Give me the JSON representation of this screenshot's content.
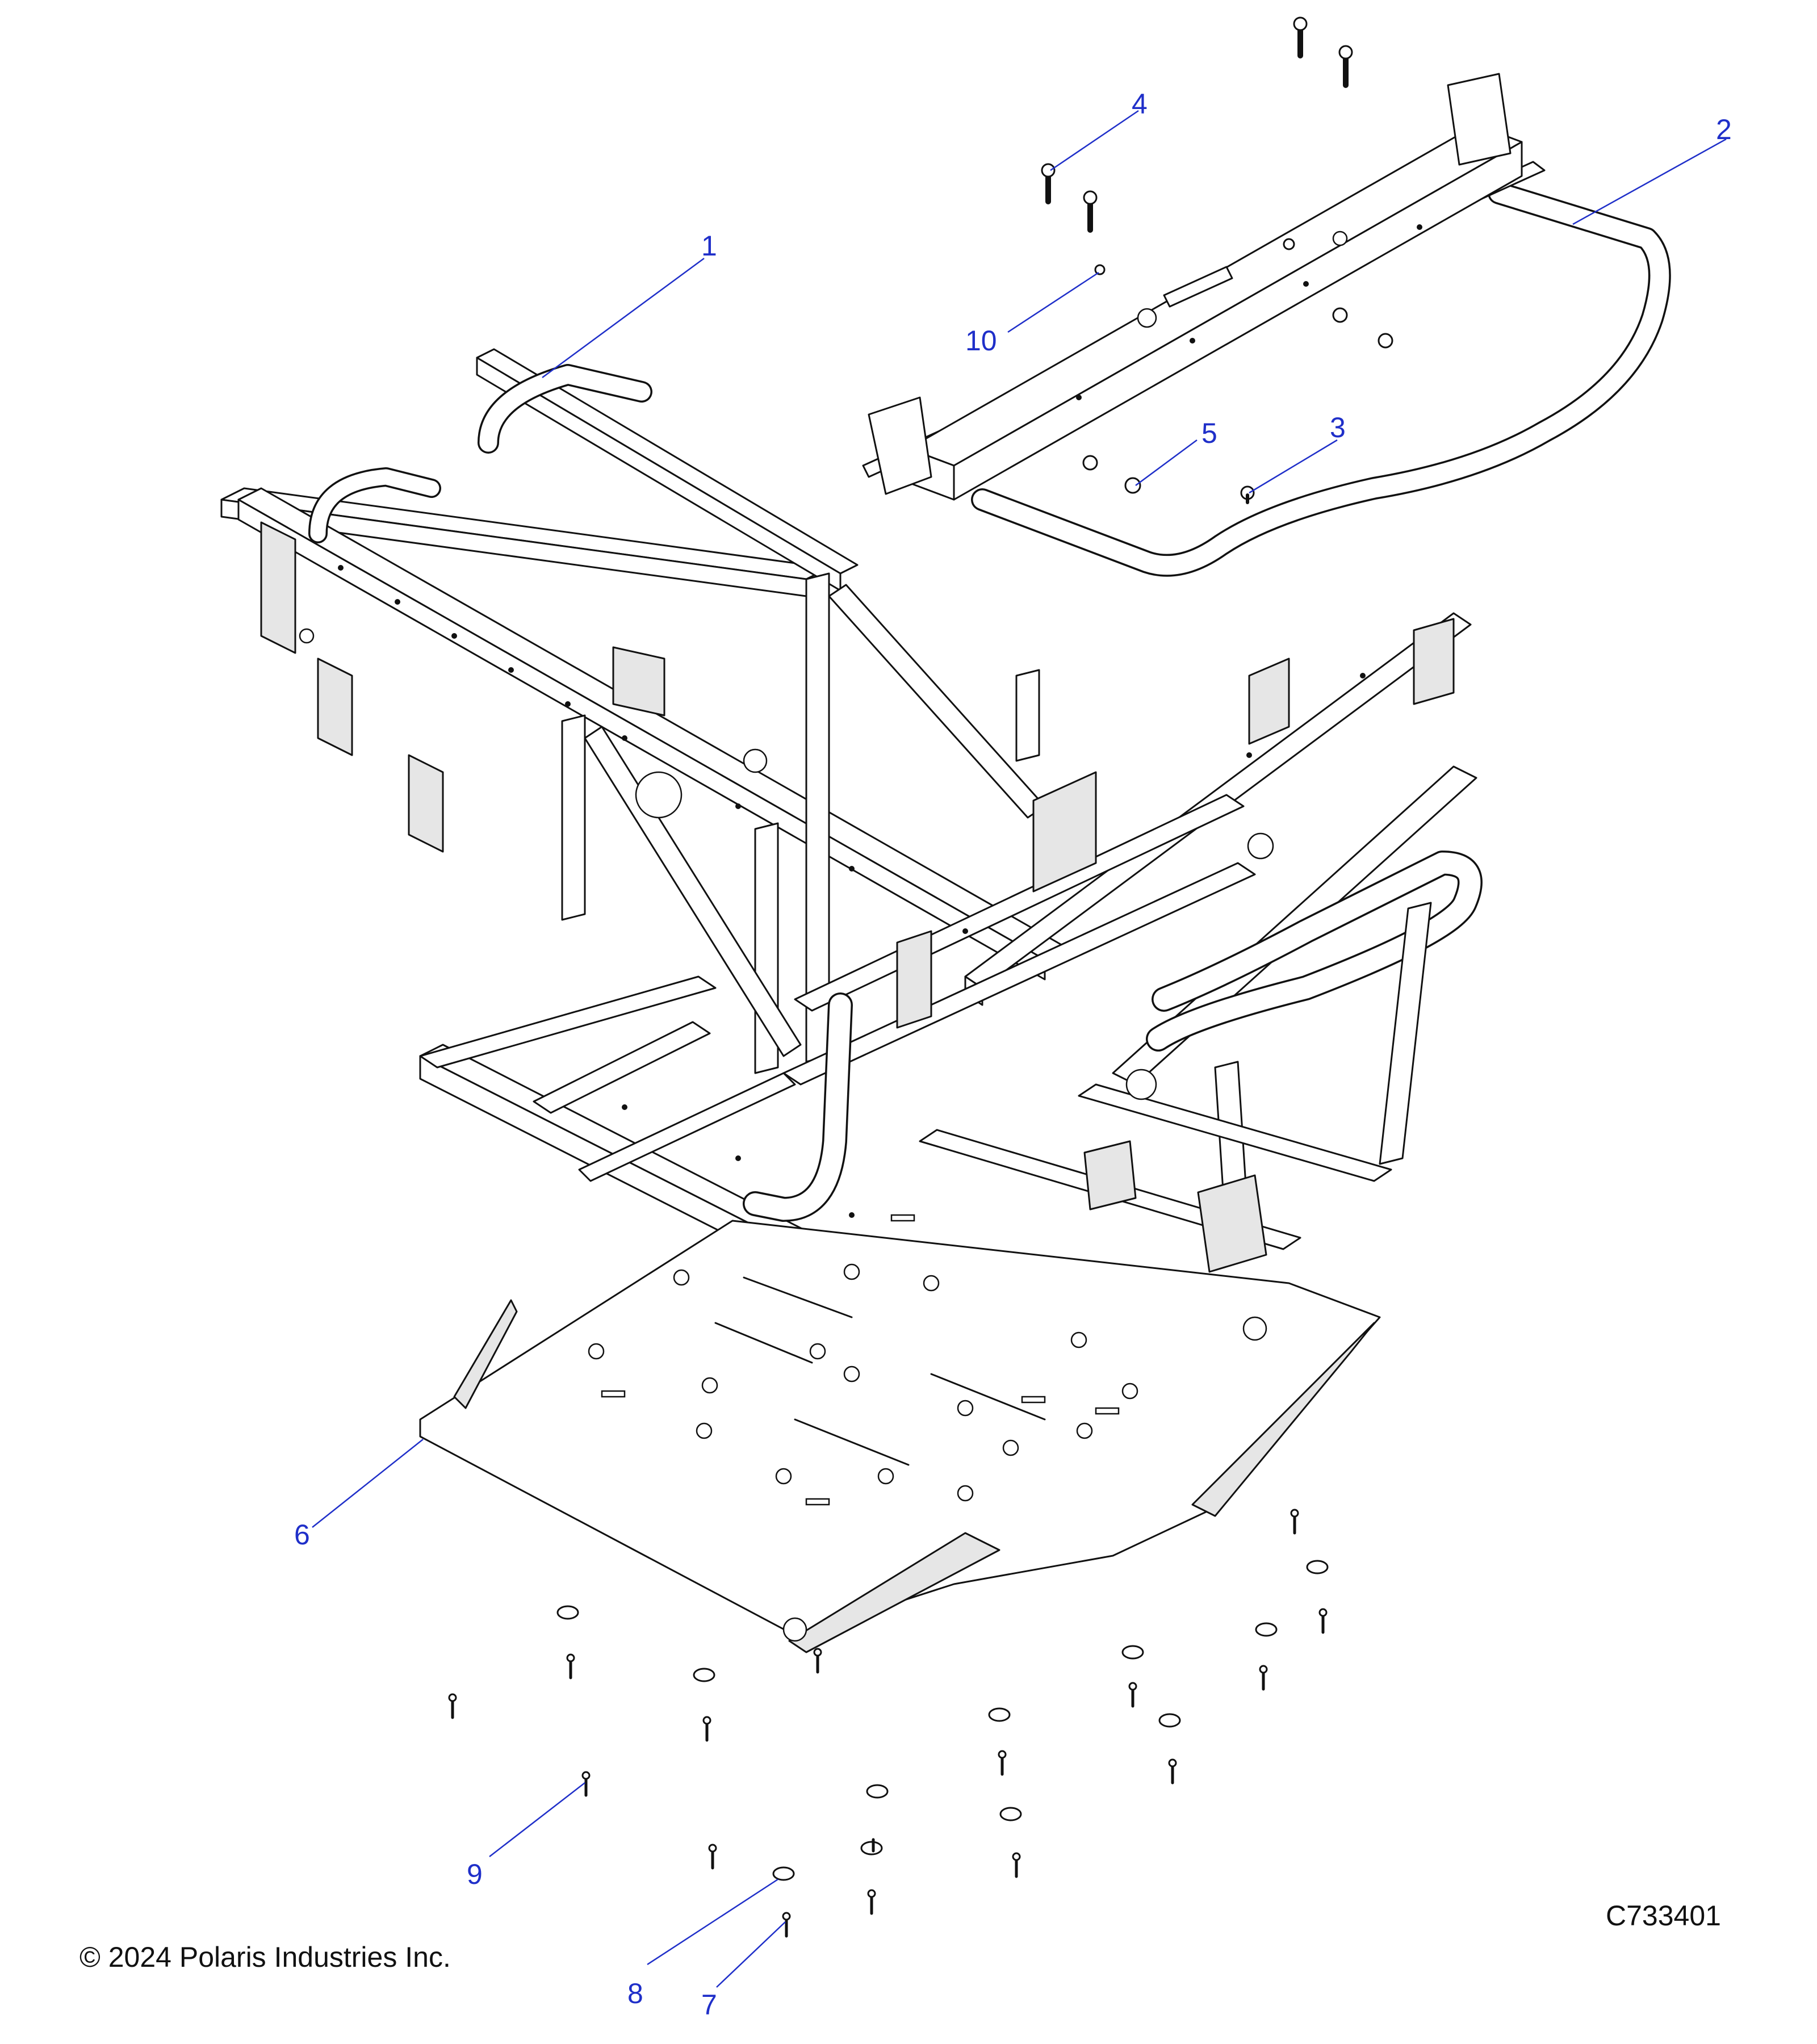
{
  "diagram": {
    "callouts": [
      {
        "id": "1",
        "label": "1"
      },
      {
        "id": "2",
        "label": "2"
      },
      {
        "id": "3",
        "label": "3"
      },
      {
        "id": "4",
        "label": "4"
      },
      {
        "id": "5",
        "label": "5"
      },
      {
        "id": "6",
        "label": "6"
      },
      {
        "id": "7",
        "label": "7"
      },
      {
        "id": "8",
        "label": "8"
      },
      {
        "id": "9",
        "label": "9"
      },
      {
        "id": "10",
        "label": "10"
      }
    ]
  },
  "footer": {
    "copyright": "© 2024 Polaris Industries Inc.",
    "drawing_number": "C733401"
  },
  "colors": {
    "callout": "#1f2fc9",
    "line": "#111111",
    "background": "#ffffff"
  }
}
